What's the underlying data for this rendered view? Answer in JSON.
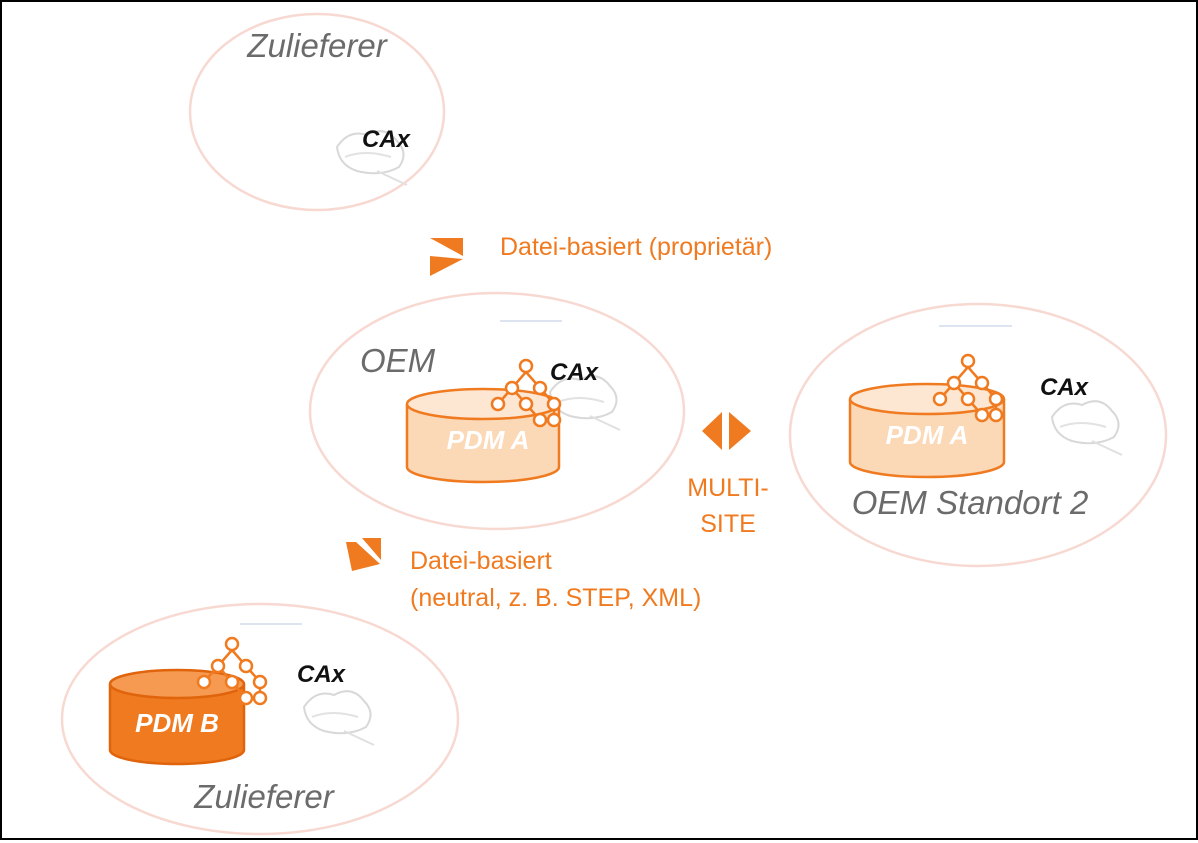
{
  "colors": {
    "accent": "#f07a20",
    "accent_light": "#fbd8b6",
    "accent_dark": "#e0640c",
    "ellipse_border": "#f7d9d2",
    "site_label": "#6b6b6b",
    "cax_label": "#111111",
    "frame": "#000000"
  },
  "nodes": {
    "supplier_top": {
      "label": "Zulieferer",
      "cax": "CAx"
    },
    "oem": {
      "label": "OEM",
      "cax": "CAx",
      "pdm": "PDM A"
    },
    "oem_site2": {
      "label": "OEM Standort 2",
      "cax": "CAx",
      "pdm": "PDM A"
    },
    "supplier_bottom": {
      "label": "Zulieferer",
      "cax": "CAx",
      "pdm": "PDM B"
    }
  },
  "connections": {
    "proprietary": {
      "label": "Datei-basiert (proprietär)",
      "icon": "bidirectional-exchange-icon"
    },
    "multisite": {
      "line1": "MULTI-",
      "line2": "SITE",
      "icon": "bidirectional-arrows-icon"
    },
    "neutral": {
      "line1": "Datei-basiert",
      "line2": "(neutral, z. B. STEP, XML)",
      "icon": "bidirectional-exchange-icon"
    }
  }
}
